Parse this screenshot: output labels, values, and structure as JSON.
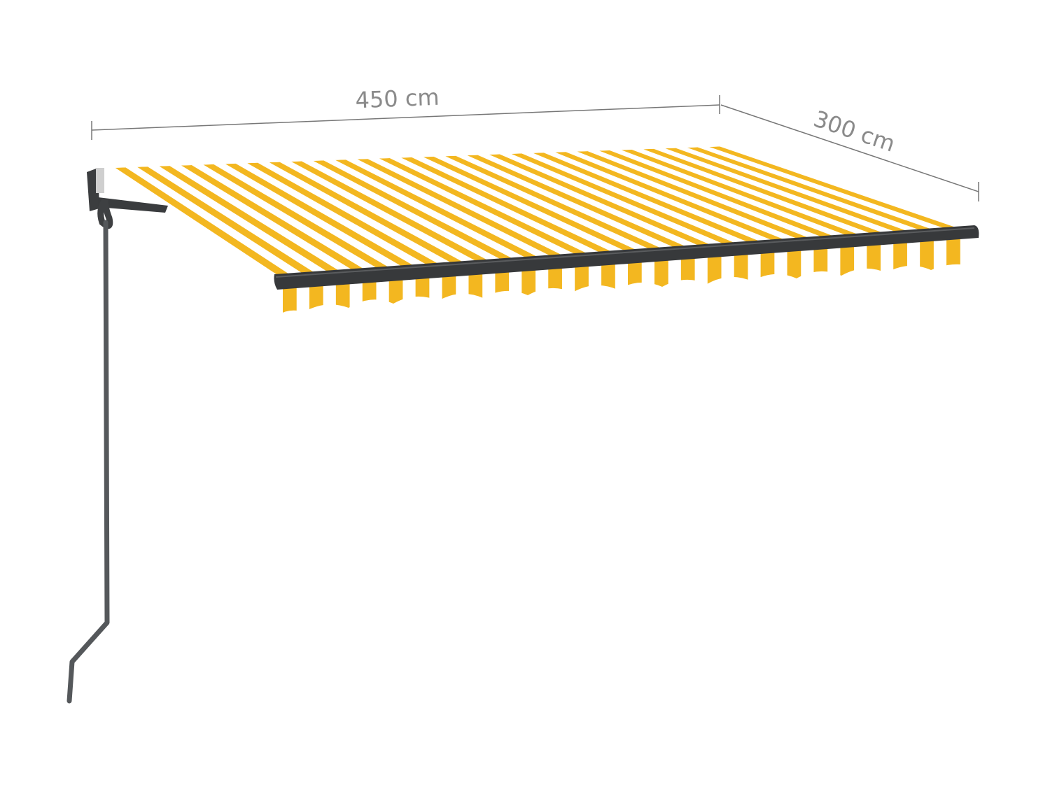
{
  "dimensions": {
    "width_label": "450 cm",
    "depth_label": "300 cm"
  },
  "colors": {
    "stripe_yellow": "#f3b720",
    "stripe_white": "#ffffff",
    "frame_dark": "#37393b",
    "dimension_line": "#777777",
    "dimension_text": "#8a8a8a",
    "crank_rod": "#55585b"
  },
  "icons": {
    "awning": "retractable-awning-illustration",
    "crank": "hand-crank-handle"
  }
}
